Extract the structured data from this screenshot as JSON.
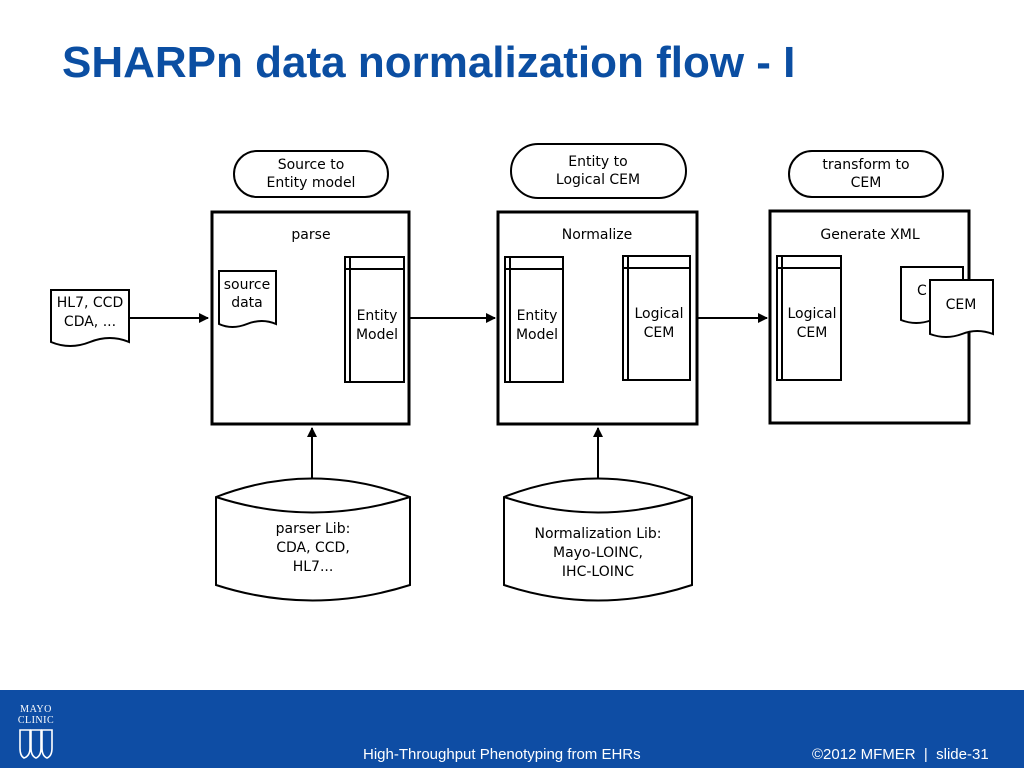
{
  "title": "SHARPn data normalization flow - I",
  "diagram": {
    "stage_labels": {
      "parse": [
        "Source to",
        "Entity model"
      ],
      "normalize": [
        "Entity to",
        "Logical CEM"
      ],
      "generate": [
        "transform to",
        "CEM"
      ]
    },
    "boxes": {
      "parse_title": "parse",
      "normalize_title": "Normalize",
      "generate_title": "Generate XML"
    },
    "input_doc": [
      "HL7, CCD",
      "CDA, ..."
    ],
    "source_data": [
      "source",
      "data"
    ],
    "entity_model": [
      "Entity",
      "Model"
    ],
    "logical_cem": [
      "Logical",
      "CEM"
    ],
    "cem_doc_back": "C",
    "cem_doc_front": "CEM",
    "parser_lib": [
      "parser Lib:",
      "CDA, CCD,",
      "HL7..."
    ],
    "normalization_lib": [
      "Normalization Lib:",
      "Mayo-LOINC,",
      "IHC-LOINC"
    ]
  },
  "footer": {
    "logo_lines": [
      "MAYO",
      "CLINIC"
    ],
    "center_text": "High-Throughput Phenotyping from EHRs",
    "right_text": "©2012 MFMER  |  slide-31"
  }
}
